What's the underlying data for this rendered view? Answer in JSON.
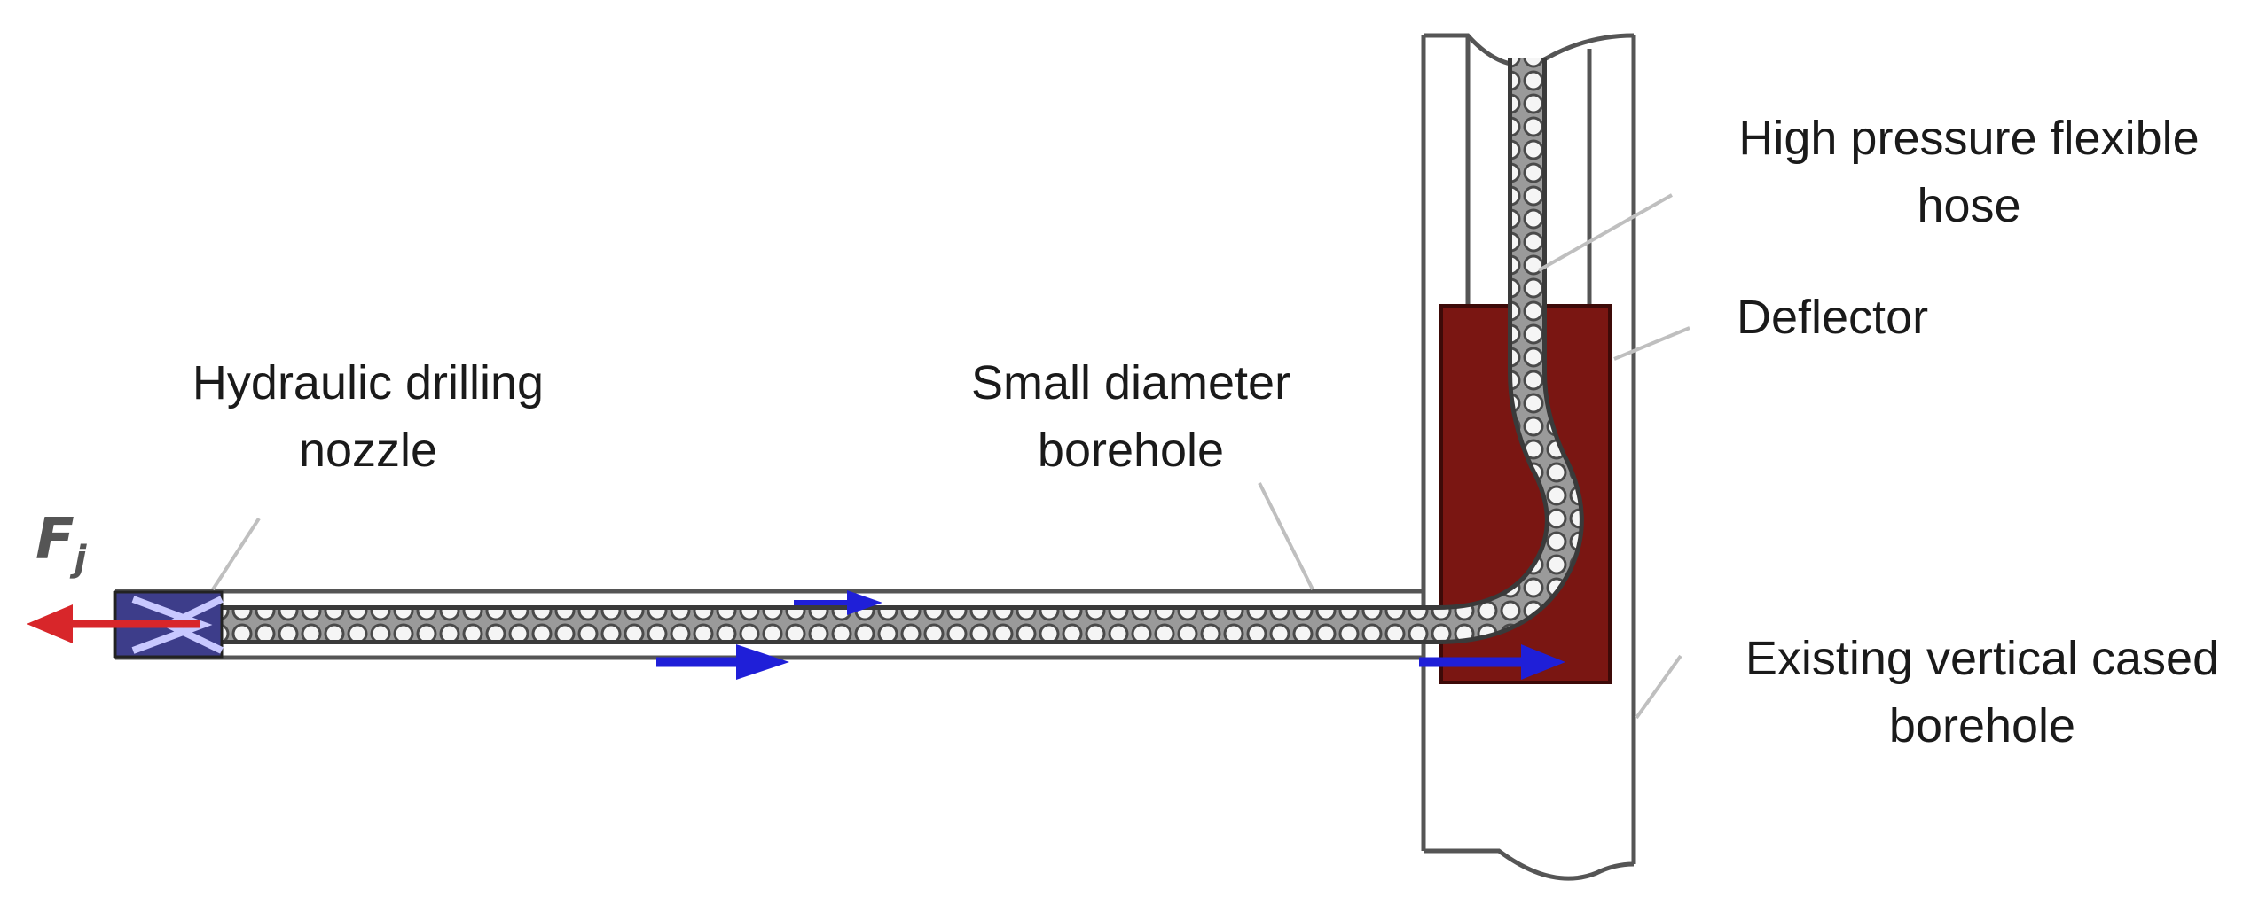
{
  "labels": {
    "nozzle": [
      "Hydraulic drilling",
      "nozzle"
    ],
    "small_borehole": [
      "Small diameter",
      "borehole"
    ],
    "hose": [
      "High pressure flexible",
      "hose"
    ],
    "deflector": [
      "Deflector"
    ],
    "vertical_borehole": [
      "Existing vertical cased",
      "borehole"
    ]
  },
  "force_symbol": "F",
  "force_subscript": "j",
  "colors": {
    "deflector": "#7a1612",
    "flow_arrow": "#1f1fd8",
    "jet_arrow": "#d8262a",
    "wall": "#555555",
    "leader": "#bfbfbf"
  }
}
